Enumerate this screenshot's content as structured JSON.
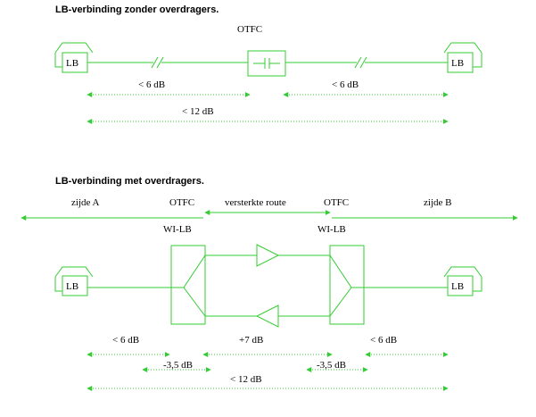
{
  "section1": {
    "heading": "LB-verbinding zonder overdragers.",
    "otfc_label": "OTFC",
    "lb_left": "LB",
    "lb_right": "LB",
    "seg_left_db": "< 6 dB",
    "seg_right_db": "< 6 dB",
    "total_db": "< 12 dB"
  },
  "section2": {
    "heading": "LB-verbinding met overdragers.",
    "side_a": "zijde  A",
    "side_b": "zijde B",
    "otfc_left": "OTFC",
    "otfc_right": "OTFC",
    "amplified_route": "versterkte route",
    "wilb_left": "WI-LB",
    "wilb_right": "WI-LB",
    "lb_left": "LB",
    "lb_right": "LB",
    "left_db": "< 6 dB",
    "gain_db": "+7 dB",
    "right_db": "< 6 dB",
    "hybrid_left_db": "-3,5 dB",
    "hybrid_right_db": "-3,5 dB",
    "total_db": "< 12 dB"
  },
  "colors": {
    "line": "#33cc33",
    "text": "#000000"
  }
}
